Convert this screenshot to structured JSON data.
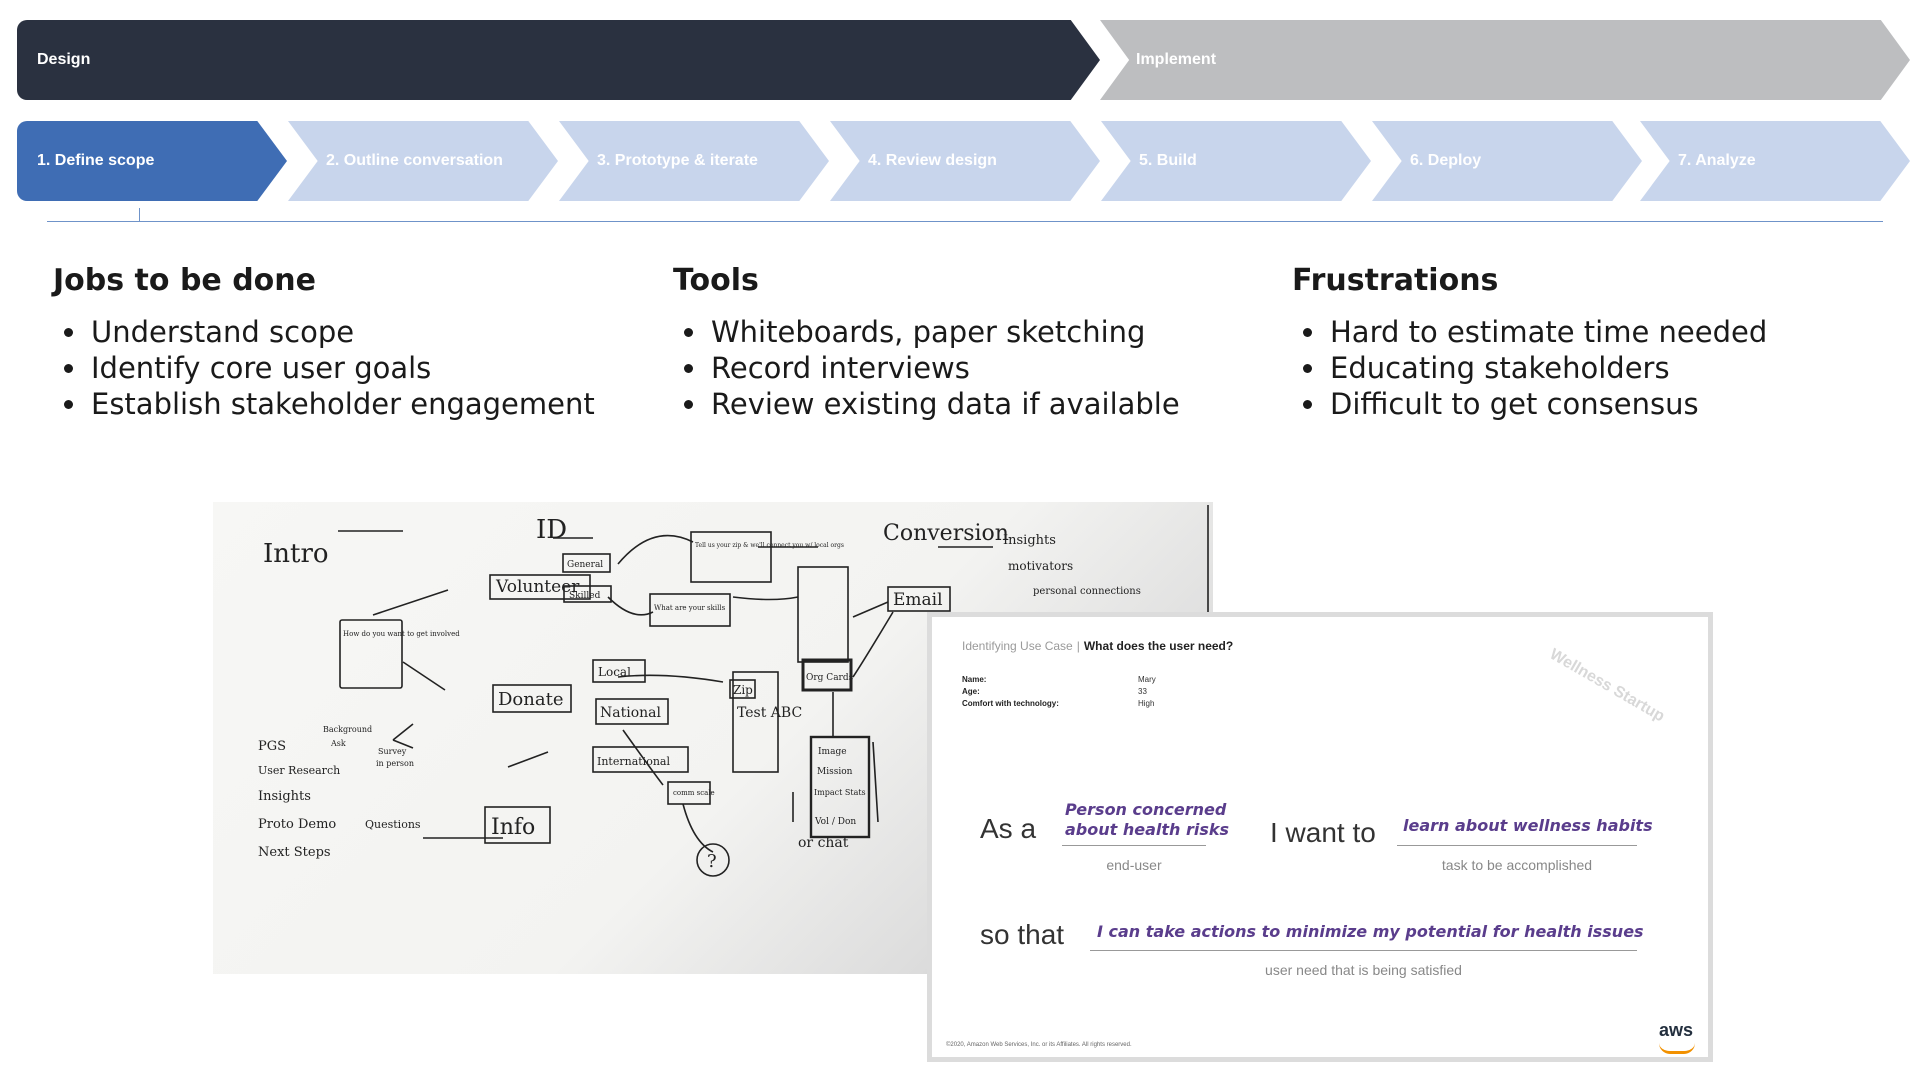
{
  "phases": [
    {
      "label": "Design",
      "color": "#2a3140"
    },
    {
      "label": "Implement",
      "color": "#bdbec0"
    }
  ],
  "steps": [
    {
      "label": "1. Define scope",
      "active": true,
      "color": "#3f6db4"
    },
    {
      "label": "2. Outline conversation",
      "active": false
    },
    {
      "label": "3. Prototype & iterate",
      "active": false
    },
    {
      "label": "4. Review design",
      "active": false
    },
    {
      "label": "5. Build",
      "active": false
    },
    {
      "label": "6. Deploy",
      "active": false
    },
    {
      "label": "7. Analyze",
      "active": false
    }
  ],
  "columns": [
    {
      "title": "Jobs to be done",
      "items": [
        "Understand scope",
        "Identify core user goals",
        "Establish stakeholder engagement"
      ]
    },
    {
      "title": "Tools",
      "items": [
        "Whiteboards, paper sketching",
        "Record interviews",
        "Review existing data if available"
      ]
    },
    {
      "title": "Frustrations",
      "items": [
        "Hard to estimate time needed",
        "Educating stakeholders",
        "Difficult to get consensus"
      ]
    }
  ],
  "whiteboard": {
    "labels": [
      "Intro",
      "ID",
      "Conversion",
      "Insights",
      "motivators",
      "personal connections",
      "Volunteer",
      "General",
      "Skilled",
      "Tell us your zip & we'll connect you w/ local orgs",
      "What are your skills",
      "Local",
      "National",
      "International",
      "Donate",
      "Zip",
      "comm scale",
      "Test ABC",
      "Email",
      "Org Cards",
      "Image",
      "Mission",
      "Impact Stats",
      "Vol / Don",
      "or chat",
      "Info",
      "How do you want to get involved",
      "PGS",
      "Background",
      "Ask",
      "Survey",
      "in person",
      "User Research",
      "Insights",
      "Proto Demo",
      "Questions",
      "Next Steps",
      "?"
    ]
  },
  "usecase": {
    "header_light": "Identifying Use Case",
    "separator": "|",
    "header_bold": "What does the user need?",
    "persona": [
      {
        "key": "Name:",
        "value": "Mary"
      },
      {
        "key": "Age:",
        "value": "33"
      },
      {
        "key": "Comfort with technology:",
        "value": "High"
      }
    ],
    "watermark": "Wellness Startup",
    "as_a": "As a",
    "end_user_line1": "Person concerned",
    "end_user_line2": "about health risks",
    "end_user_caption": "end-user",
    "i_want_to": "I want to",
    "task": "learn about wellness habits",
    "task_caption": "task to be accomplished",
    "so_that": "so that",
    "need": "I can take actions to minimize my potential for health issues",
    "need_caption": "user need that is being satisfied",
    "copyright": "©2020, Amazon Web Services, Inc. or its Affiliates. All rights reserved.",
    "logo": "aws"
  }
}
